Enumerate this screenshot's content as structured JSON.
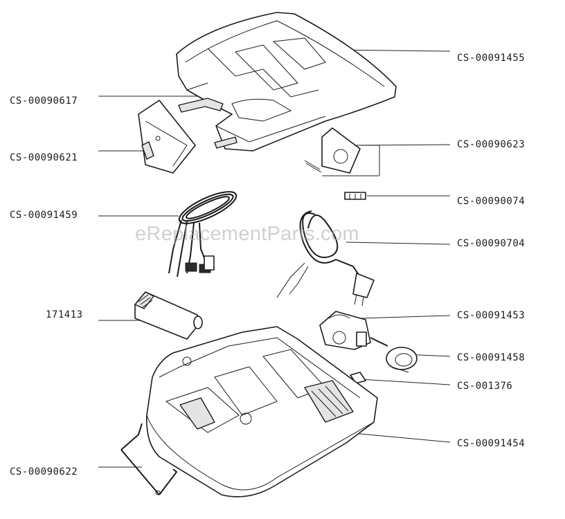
{
  "watermark": "eReplacementParts.com",
  "labels": {
    "cs_00091455": "CS-00091455",
    "cs_00090617": "CS-00090617",
    "cs_00090621": "CS-00090621",
    "cs_00090623": "CS-00090623",
    "cs_00090074": "CS-00090074",
    "cs_00091459": "CS-00091459",
    "cs_00090704": "CS-00090704",
    "p_171413": "171413",
    "cs_00091453": "CS-00091453",
    "cs_00091458": "CS-00091458",
    "cs_001376": "CS-001376",
    "cs_00091454": "CS-00091454",
    "cs_00090622": "CS-00090622"
  }
}
